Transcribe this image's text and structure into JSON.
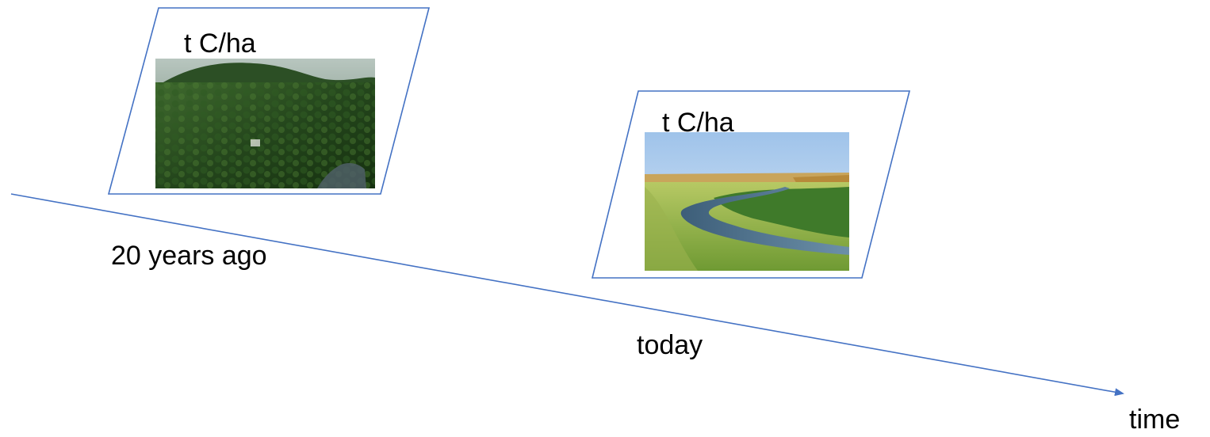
{
  "timeline": {
    "past_label": "20 years ago",
    "present_label": "today",
    "axis_label": "time",
    "line_color": "#4472c4"
  },
  "snapshots": [
    {
      "unit_label": "t C/ha",
      "scene": "forest"
    },
    {
      "unit_label": "t C/ha",
      "scene": "grassland-river"
    }
  ]
}
